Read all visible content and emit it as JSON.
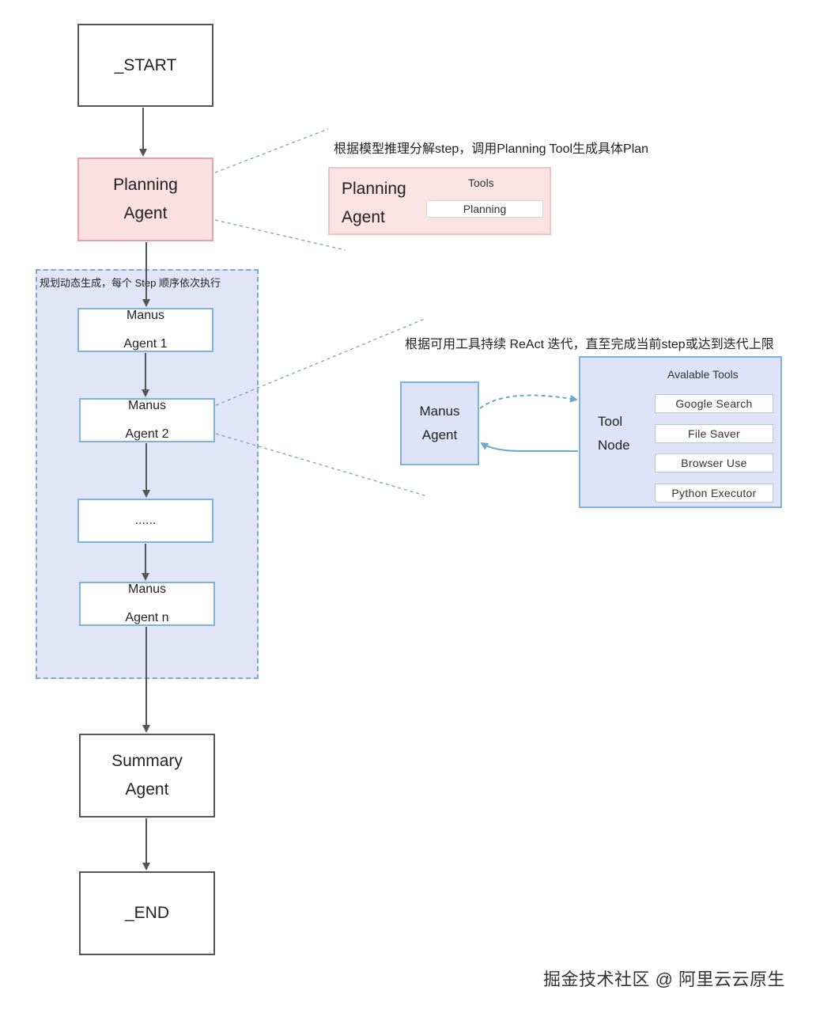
{
  "nodes": {
    "start": "_START",
    "planning_agent": [
      "Planning",
      "Agent"
    ],
    "manus_1": [
      "Manus",
      "Agent 1"
    ],
    "manus_2": [
      "Manus",
      "Agent 2"
    ],
    "ellipsis": "......",
    "manus_n": [
      "Manus",
      "Agent n"
    ],
    "summary_agent": [
      "Summary",
      "Agent"
    ],
    "end": "_END"
  },
  "group": {
    "label": "规划动态生成，每个 Step 顺序依次执行"
  },
  "planning_detail": {
    "note": "根据模型推理分解step，调用Planning Tool生成具体Plan",
    "agent": [
      "Planning",
      "Agent"
    ],
    "tools_label": "Tools",
    "tool": "Planning"
  },
  "react_detail": {
    "note": "根据可用工具持续 ReAct 迭代，直至完成当前step或达到迭代上限",
    "agent": [
      "Manus",
      "Agent"
    ],
    "tool_node": [
      "Tool",
      "Node"
    ],
    "tools_label": "Avalable Tools",
    "tools": [
      "Google Search",
      "File Saver",
      "Browser Use",
      "Python Executor"
    ]
  },
  "watermark": "掘金技术社区 @ 阿里云云原生",
  "colors": {
    "planning_fill": "#fae0e1",
    "group_fill": "#e1e5f8",
    "agent_border": "#7fb3d9",
    "loop_arrow": "#6aaac8"
  }
}
